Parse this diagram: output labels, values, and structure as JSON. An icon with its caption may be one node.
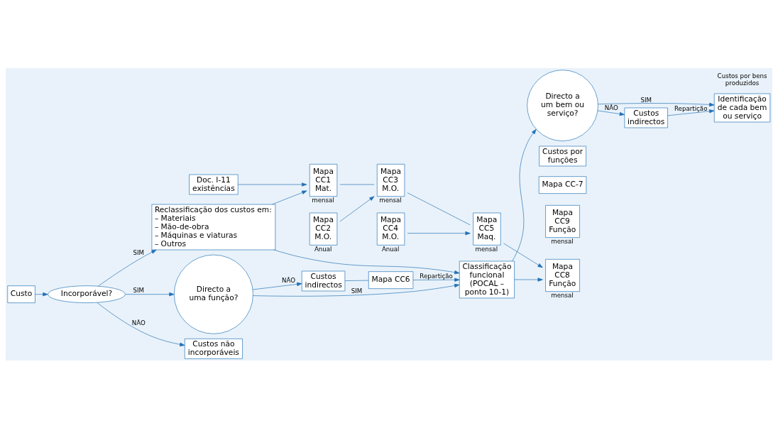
{
  "diagram": {
    "nodes": [
      {
        "text": [
          "Custo"
        ]
      },
      {
        "text": [
          "Incorporável?"
        ]
      },
      {
        "text": [
          "Reclassificação dos custos em:",
          "– Materiais",
          "– Mão-de-obra",
          "– Máquinas e viaturas",
          "– Outros"
        ]
      },
      {
        "text": [
          "Doc. I-11 existências"
        ]
      },
      {
        "text": [
          "Mapa CC1 Mat."
        ],
        "beside": [
          "mensal"
        ]
      },
      {
        "text": [
          "Mapa CC2 M.O."
        ],
        "beside": [
          "Anual"
        ]
      },
      {
        "text": [
          "Mapa CC3 M.O."
        ],
        "beside": [
          "mensal"
        ]
      },
      {
        "text": [
          "Mapa CC4 M.O."
        ],
        "beside": [
          "Anual"
        ]
      },
      {
        "text": [
          "Mapa CC5 Maq."
        ],
        "beside": [
          "mensal"
        ]
      },
      {
        "text": [
          "Mapa CC8 Função"
        ],
        "beside": [
          "mensal"
        ]
      },
      {
        "text": [
          "Mapa CC9 Função"
        ],
        "beside": [
          "mensal"
        ]
      },
      {
        "text": [
          "Mapa CC-7"
        ]
      },
      {
        "text": [
          "Custos por funções"
        ]
      },
      {
        "text": [
          "Directo a uma função?"
        ]
      },
      {
        "text": [
          "Classificação funcional (POCAL – ponto 10-1)"
        ]
      },
      {
        "text": [
          "Directo a um bem ou serviço?"
        ]
      },
      {
        "text": [
          "Identificação de cada bem ou serviço"
        ]
      },
      {
        "text": [
          "Custos não incorporáveis"
        ]
      },
      {
        "text": [
          "Custos indirectos"
        ]
      },
      {
        "text": [
          "Mapa CC6"
        ]
      },
      {
        "text": [
          "Custos indirectos"
        ]
      }
    ],
    "edges": [
      {
        "from": 0,
        "to": 1,
        "arrow": "to"
      },
      {
        "from": 1,
        "to": 2,
        "arrow": "to",
        "label": "SIM"
      },
      {
        "from": 2,
        "to": 4,
        "arrow": "to"
      },
      {
        "from": 3,
        "to": 4,
        "arrow": "to"
      },
      {
        "from": 5,
        "to": 6,
        "arrow": "to"
      },
      {
        "from": 7,
        "to": 8,
        "arrow": "to"
      },
      {
        "from": 4,
        "to": 6,
        "arrow": "none"
      },
      {
        "from": 6,
        "to": 8,
        "arrow": "none"
      },
      {
        "from": 8,
        "to": 9,
        "arrow": "to"
      },
      {
        "from": 1,
        "to": 13,
        "arrow": "to",
        "label": "SIM"
      },
      {
        "from": 1,
        "to": 17,
        "arrow": "to",
        "label": "NÃO"
      },
      {
        "from": 2,
        "to": 14,
        "arrow": "to"
      },
      {
        "from": 13,
        "to": 14,
        "arrow": "to",
        "label": "SIM"
      },
      {
        "from": 13,
        "to": 18,
        "arrow": "to",
        "label": "NÃO"
      },
      {
        "from": 18,
        "to": 19,
        "arrow": "none"
      },
      {
        "from": 19,
        "to": 14,
        "arrow": "to",
        "label": "Repartição"
      },
      {
        "from": 14,
        "to": 9,
        "arrow": "to"
      },
      {
        "from": 14,
        "to": 15,
        "arrow": "to"
      },
      {
        "from": 15,
        "to": 16,
        "arrow": "to",
        "label": "SIM"
      },
      {
        "from": 15,
        "to": 20,
        "arrow": "to",
        "label": "NÃO"
      },
      {
        "from": 20,
        "to": 16,
        "arrow": "to",
        "label": "Repartição"
      }
    ],
    "labels": [
      "Custos por bens produzidos"
    ]
  }
}
